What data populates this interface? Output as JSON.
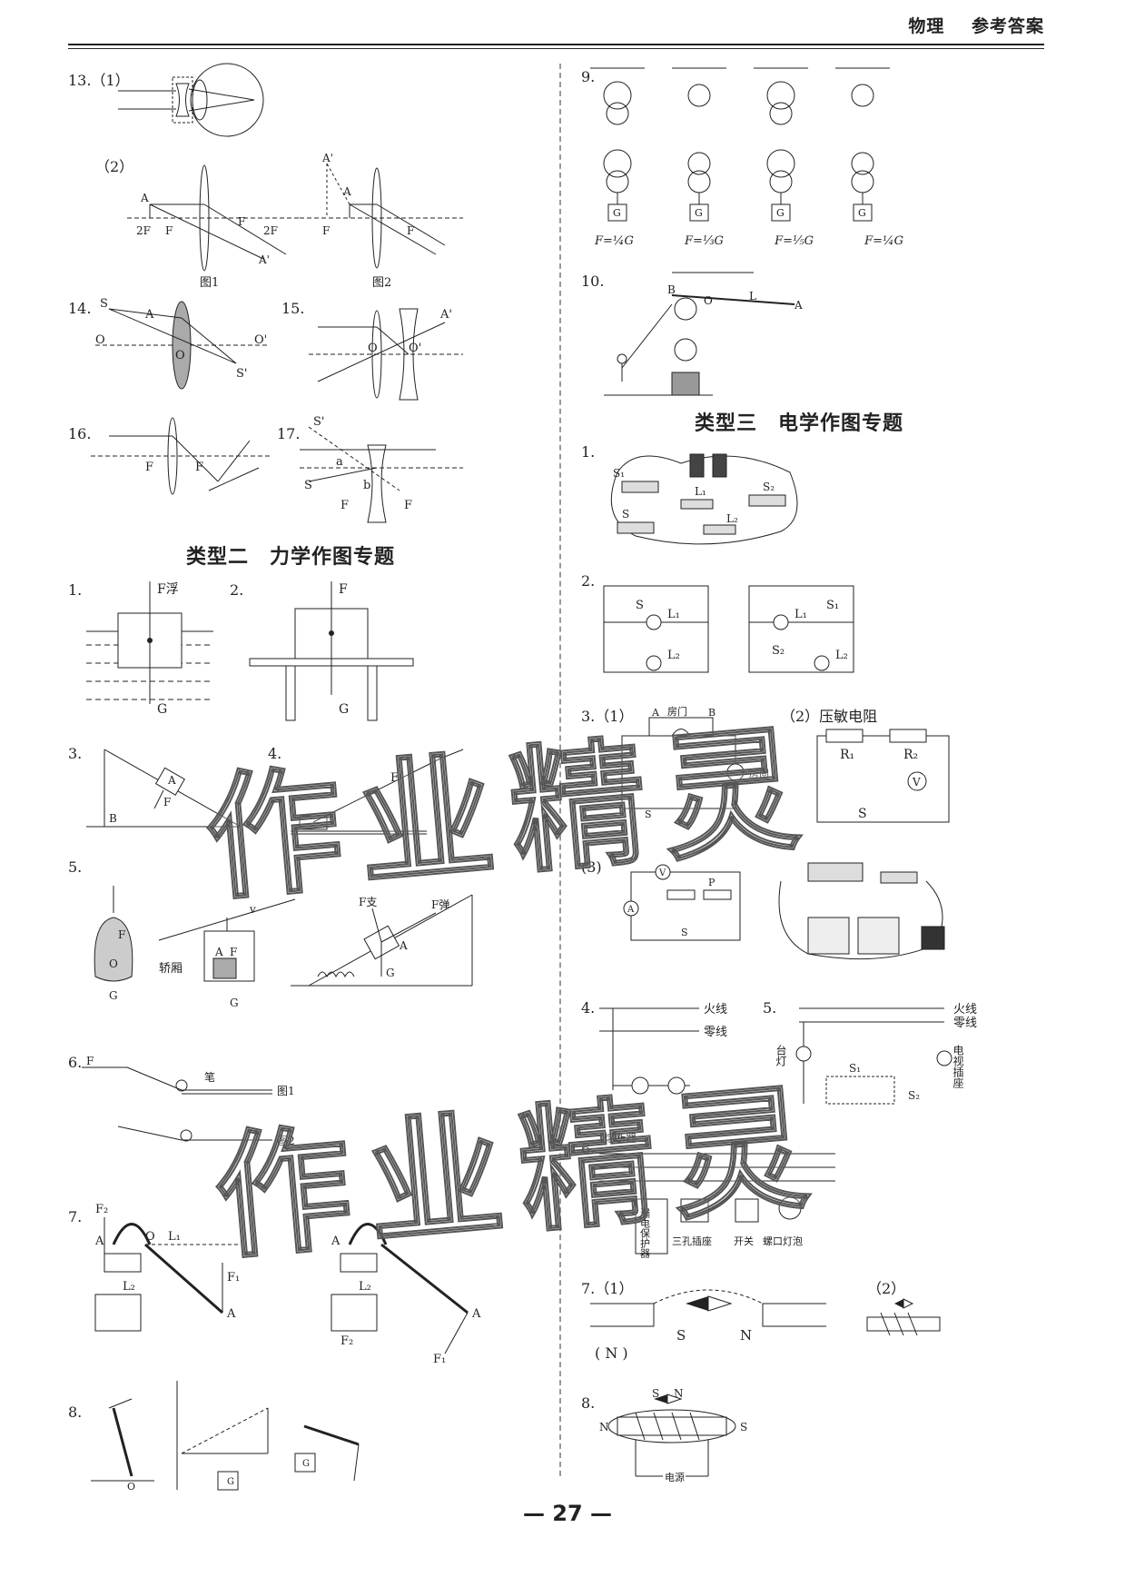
{
  "header": {
    "subject": "物理",
    "section": "参考答案"
  },
  "page_number": "27",
  "sections": {
    "type2": "类型二　力学作图专题",
    "type3": "类型三　电学作图专题"
  },
  "labels": {
    "q13": "13.（1）",
    "q13b": "（2）",
    "fig1": "图1",
    "fig2": "图2",
    "q14": "14.",
    "q15": "15.",
    "q16": "16.",
    "q17": "17.",
    "m1": "1.",
    "m2": "2.",
    "m3": "3.",
    "m4": "4.",
    "m5": "5.",
    "m6": "6.",
    "m7": "7.",
    "m8": "8.",
    "q9": "9.",
    "q10": "10.",
    "e1": "1.",
    "e2": "2.",
    "e3": "3.（1）",
    "e3b": "（2）压敏电阻",
    "e3c": "(3)",
    "e4": "4.",
    "e5": "5.",
    "e6": "6.",
    "e7": "7.（1）",
    "e7b": "（2）",
    "e8": "8."
  },
  "pulley_formulas": [
    "F=¼G",
    "F=⅓G",
    "F=⅕G",
    "F=¼G"
  ],
  "text": {
    "float": "F浮",
    "F": "F",
    "G": "G",
    "fire": "火线",
    "zero": "零线",
    "fuse": "熔断器",
    "leak": "漏电保护器",
    "socket3": "三孔插座",
    "switch": "开关",
    "bulb": "螺口灯泡",
    "tv": "电视插座",
    "lamp": "台灯",
    "door": "房门",
    "room": "房间",
    "cabin": "轿厢",
    "pen": "笔",
    "power": "电源",
    "N": "N",
    "S": "S",
    "Nbr": "( N )"
  },
  "watermark": "作业精灵"
}
